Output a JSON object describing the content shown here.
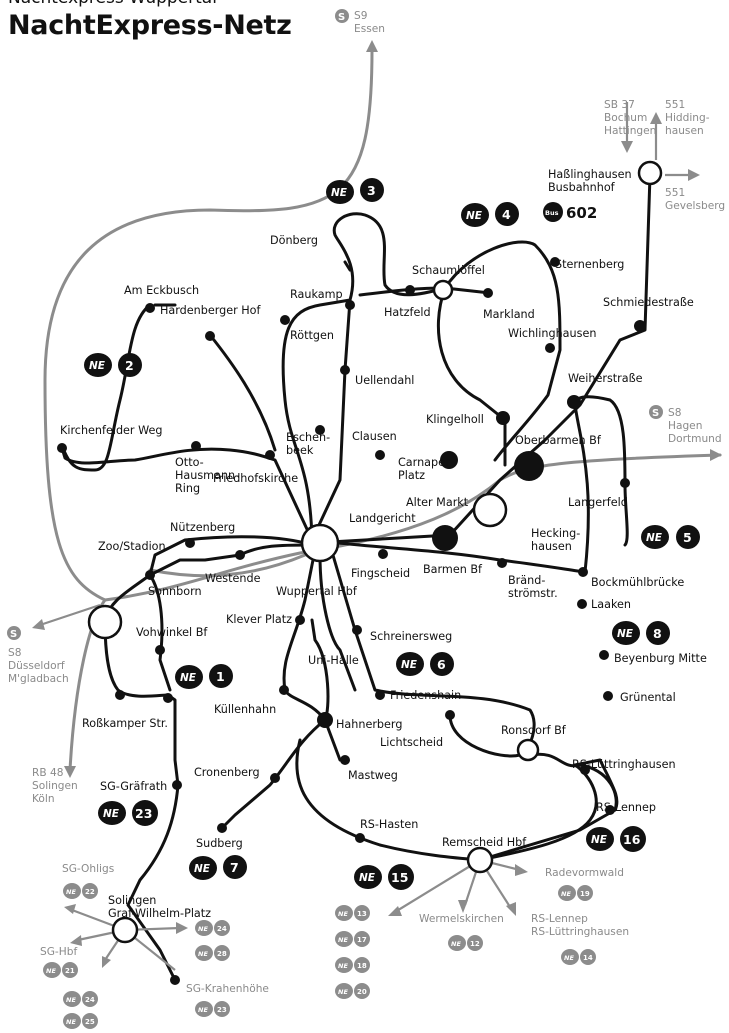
{
  "header": {
    "supertitle": "Nachtexpress Wuppertal",
    "title": "NachtExpress-Netz"
  },
  "colors": {
    "line": "#111111",
    "rail": "#8c8c8c",
    "text": "#111111",
    "secondary_text": "#8a8a8a"
  },
  "icons": [
    "ne-logo-icon",
    "s-bahn-icon",
    "bus-icon",
    "arrow-icon"
  ],
  "lines": {
    "l1": "1",
    "l2": "2",
    "l3": "3",
    "l4": "4",
    "l5": "5",
    "l6": "6",
    "l7": "7",
    "l8": "8",
    "l15": "15",
    "l16": "16",
    "l23": "23"
  },
  "logo": {
    "ne": "NE",
    "bus": "Bus"
  },
  "bus_602": "602",
  "stops": {
    "am_eckbusch": "Am Eckbusch",
    "hardenberger_hof": "Hardenberger Hof",
    "kirchenfelder_weg": "Kirchenfelder Weg",
    "otto1": "Otto-",
    "otto2": "Hausmann-",
    "otto3": "Ring",
    "friedhofskirche": "Friedhofskirche",
    "eschenbeek1": "Eschen-",
    "eschenbeek2": "beek",
    "roettgen": "Röttgen",
    "raukamp": "Raukamp",
    "doenberg": "Dönberg",
    "uellendahl": "Uellendahl",
    "hatzfeld": "Hatzfeld",
    "schaumloeffel": "Schaumlöffel",
    "markland": "Markland",
    "wichlinghausen": "Wichlinghausen",
    "sternenberg": "Sternenberg",
    "hasslinghausen1": "Haßlinghausen",
    "hasslinghausen2": "Busbahnhof",
    "schmiedestrasse": "Schmiedestraße",
    "weiherstrasse": "Weiherstraße",
    "klingelholl": "Klingelholl",
    "oberbarmen": "Oberbarmen Bf",
    "clausen": "Clausen",
    "carnaper1": "Carnaper",
    "carnaper2": "Platz",
    "alter_markt": "Alter Markt",
    "landgericht": "Landgericht",
    "langerfeld": "Langerfeld",
    "heckinghausen1": "Hecking-",
    "heckinghausen2": "hausen",
    "barmen": "Barmen Bf",
    "fingscheid": "Fingscheid",
    "braend1": "Bränd-",
    "braend2": "strömstr.",
    "bockmuehl": "Bockmühlbrücke",
    "laaken": "Laaken",
    "beyenburg": "Beyenburg Mitte",
    "gruenental": "Grünental",
    "nuetzenberg": "Nützenberg",
    "zoo": "Zoo/Stadion",
    "westende": "Westende",
    "sonnborn": "Sonnborn",
    "vohwinkel": "Vohwinkel Bf",
    "hbf": "Wuppertal Hbf",
    "klever": "Klever Platz",
    "schreinersweg": "Schreinersweg",
    "unihalle": "Uni-Halle",
    "friedenshain": "Friedenshain",
    "kuellenhahn": "Küllenhahn",
    "hahnerberg": "Hahnerberg",
    "lichtscheid": "Lichtscheid",
    "ronsdorf": "Ronsdorf Bf",
    "rs_luett": "RS-Lüttringhausen",
    "rs_lennep": "RS-Lennep",
    "rosskamper": "Roßkamper Str.",
    "cronenberg": "Cronenberg",
    "mastweg": "Mastweg",
    "sg_graefrath": "SG-Gräfrath",
    "sudberg": "Sudberg",
    "rs_hasten": "RS-Hasten",
    "remscheid": "Remscheid Hbf",
    "solingen1": "Solingen",
    "solingen2": "Graf-Wilhelm-Platz"
  },
  "connections": {
    "s9_1": "S9",
    "s9_2": "Essen",
    "s8e_1": "S8",
    "s8e_2": "Hagen",
    "s8e_3": "Dortmund",
    "s8w_1": "S8",
    "s8w_2": "Düsseldorf",
    "s8w_3": "M'gladbach",
    "rb48_1": "RB 48",
    "rb48_2": "Solingen",
    "rb48_3": "Köln",
    "sb37_1": "SB 37",
    "sb37_2": "Bochum",
    "sb37_3": "Hattingen",
    "b551n_1": "551",
    "b551n_2": "Hidding-",
    "b551n_3": "hausen",
    "b551e_1": "551",
    "b551e_2": "Gevelsberg",
    "sg_ohligs": "SG-Ohligs",
    "sg_hbf": "SG-Hbf",
    "sg_krahen": "SG-Krahenhöhe",
    "radevormwald": "Radevormwald",
    "wermelskirchen": "Wermelskirchen",
    "rsl1": "RS-Lennep",
    "rsl2": "RS-Lüttringhausen"
  },
  "small_badges": [
    "22",
    "24",
    "28",
    "21",
    "24",
    "25",
    "23",
    "19",
    "13",
    "17",
    "18",
    "20",
    "12",
    "14"
  ]
}
